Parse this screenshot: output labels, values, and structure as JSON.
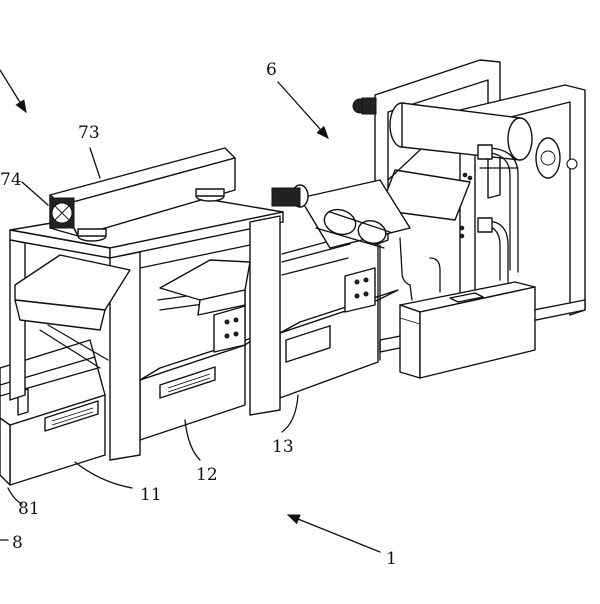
{
  "labels": {
    "l73": "73",
    "l74": "74",
    "l6": "6",
    "l81": "81",
    "l8": "8",
    "l11": "11",
    "l12": "12",
    "l13": "13",
    "l1": "1"
  }
}
